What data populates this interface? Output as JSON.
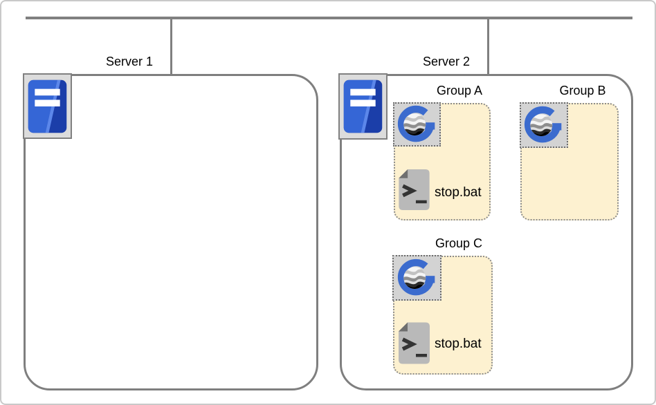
{
  "colors": {
    "trunk_line_gray": "#808080",
    "server_border_gray": "#7f7f7f",
    "group_fill_cream": "#fdf1d0",
    "group_border_gray": "#8a8a8a",
    "icon_box_gray": "#d3d3d3",
    "host_box_gray": "#dcdcdc",
    "server_tower_blue_light": "#3566d6",
    "server_tower_blue_dark": "#1b3ea9",
    "gateway_blue": "#3b6bce",
    "script_page_gray": "#b9b9b9",
    "script_fold_gray": "#6f6f6f",
    "canvas_border": "#c9c9c9"
  },
  "icons": {
    "server": "server-tower-icon",
    "group_service": "gateway-globe-icon",
    "script_file": "batch-script-icon"
  },
  "servers": [
    {
      "label": "Server 1",
      "groups": []
    },
    {
      "label": "Server 2",
      "groups": [
        {
          "label": "Group A",
          "script": "stop.bat"
        },
        {
          "label": "Group B"
        },
        {
          "label": "Group C",
          "script": "stop.bat"
        }
      ]
    }
  ]
}
